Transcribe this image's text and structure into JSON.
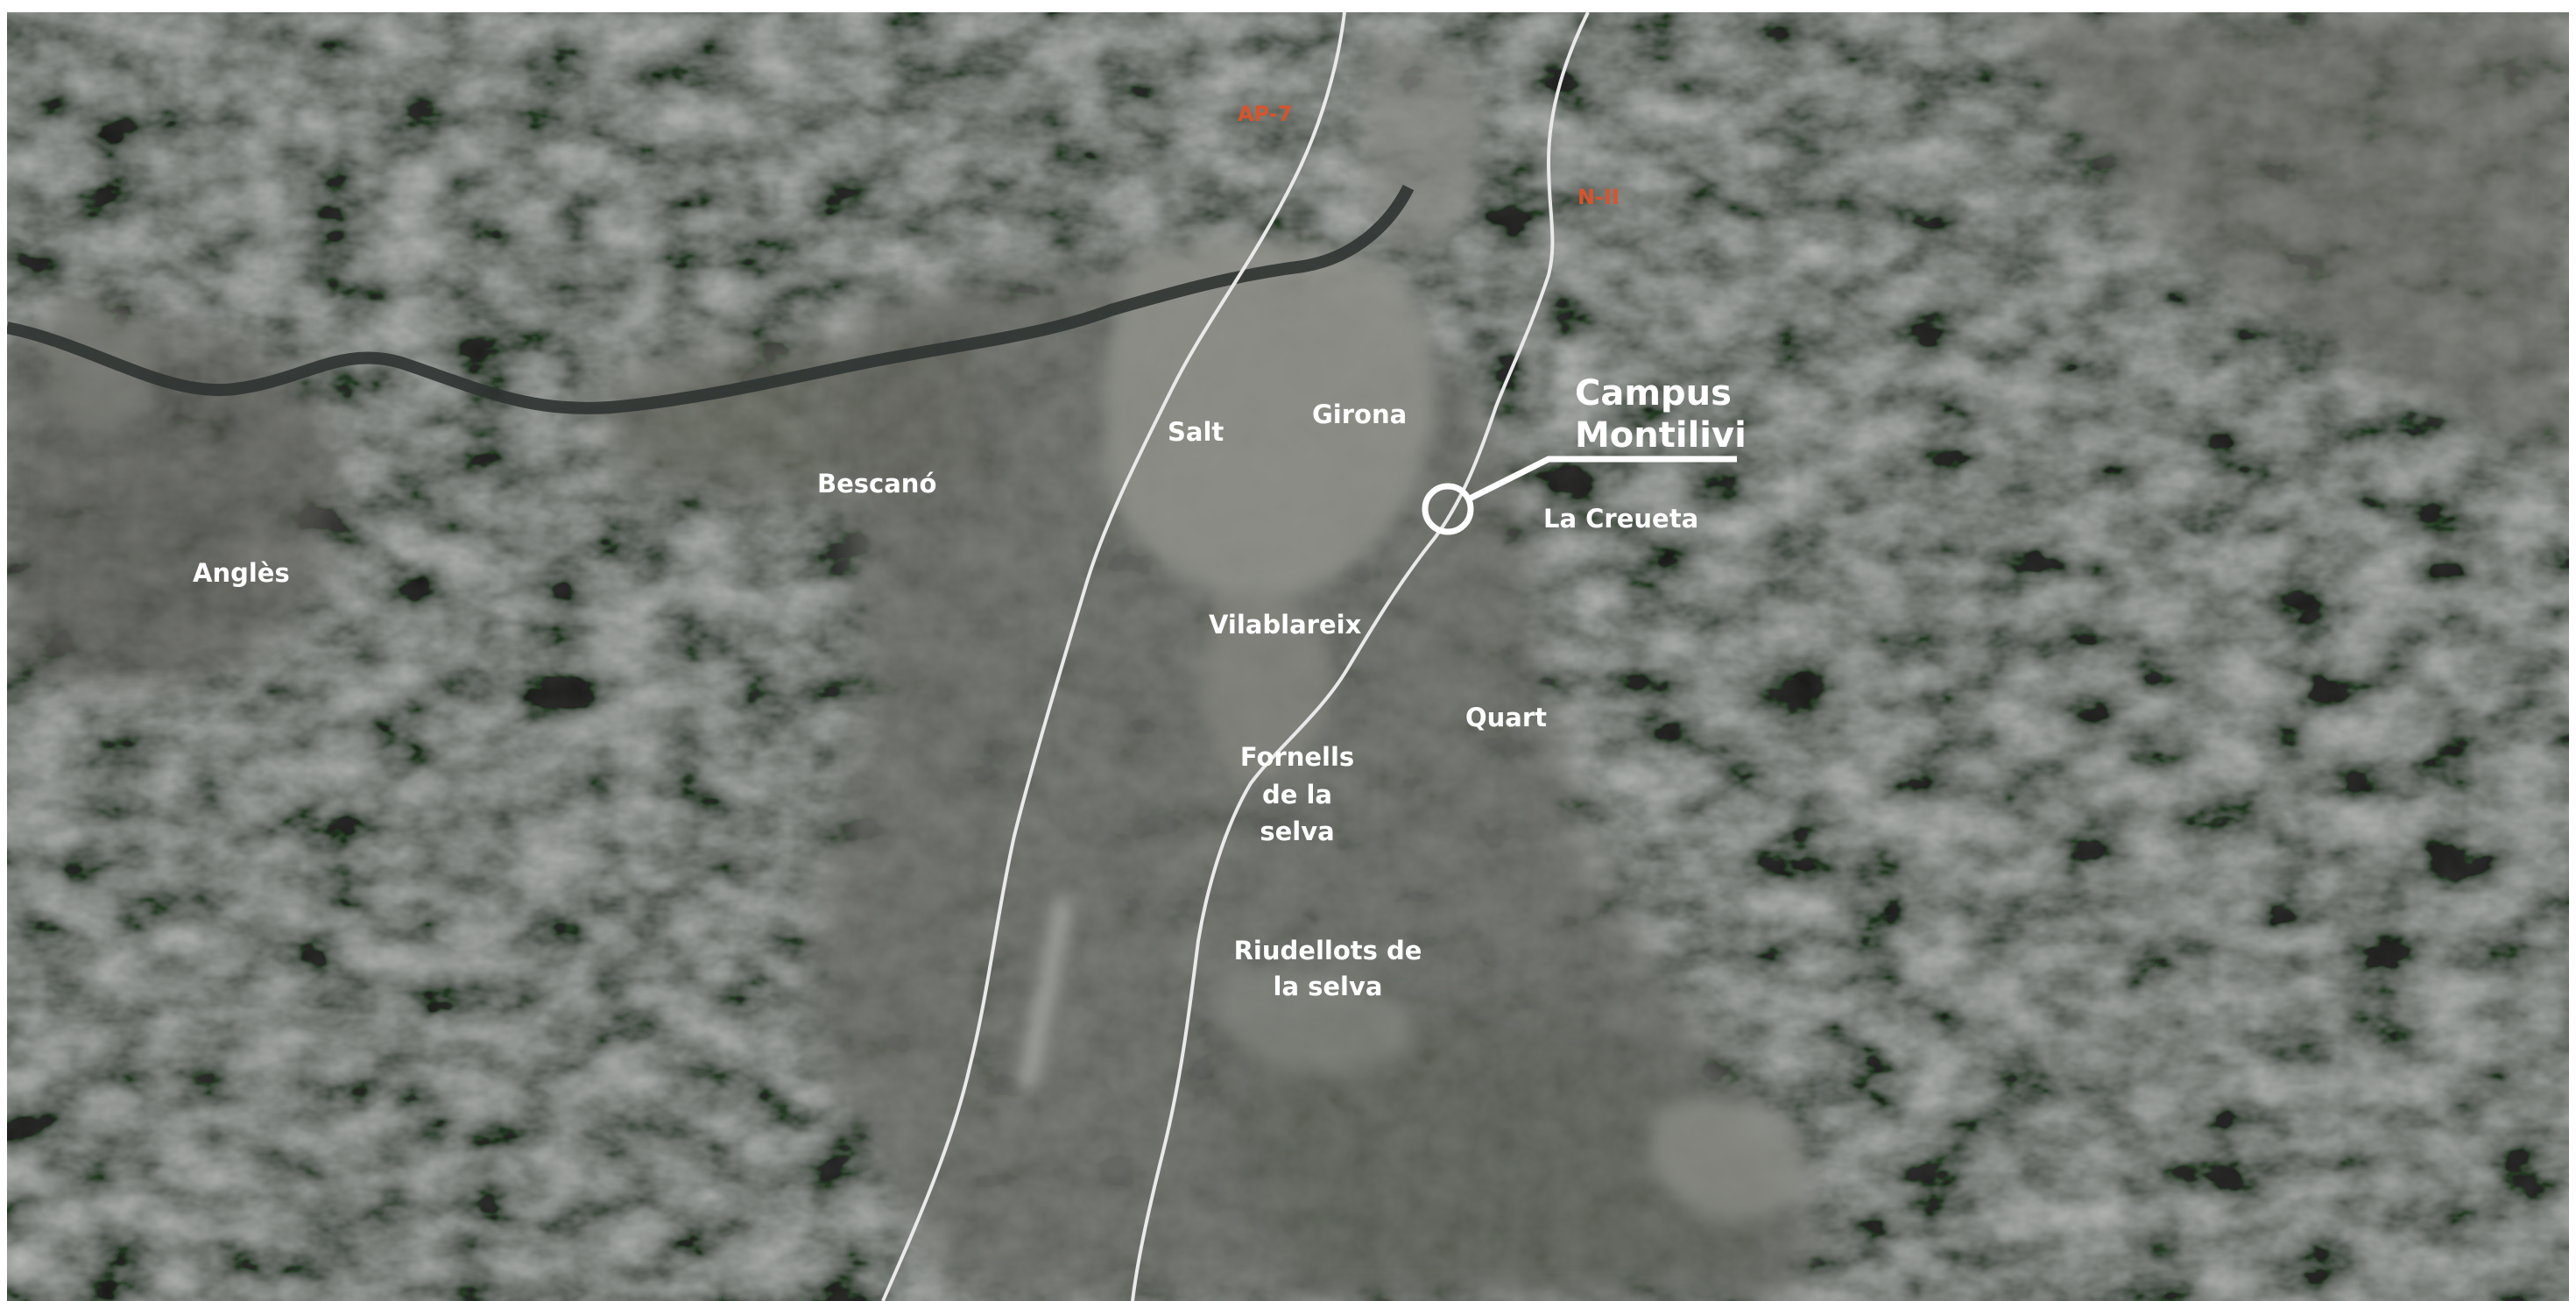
{
  "map": {
    "colors": {
      "forest": "#202421",
      "farmland": "#6b6c63",
      "urban": "#a9aaa4",
      "road": "#e9e9e9",
      "road_label": "#d9532b",
      "label": "#ffffff"
    },
    "roads": [
      {
        "id": "ap7",
        "label": "AP-7"
      },
      {
        "id": "n2",
        "label": "N-II"
      }
    ],
    "places": [
      {
        "id": "angles",
        "label": "Anglès"
      },
      {
        "id": "bescano",
        "label": "Bescanó"
      },
      {
        "id": "salt",
        "label": "Salt"
      },
      {
        "id": "girona",
        "label": "Girona"
      },
      {
        "id": "la-creueta",
        "label": "La Creueta"
      },
      {
        "id": "vilablareix",
        "label": "Vilablareix"
      },
      {
        "id": "quart",
        "label": "Quart"
      },
      {
        "id": "fornells",
        "lines": [
          "Fornells",
          "de la",
          "selva"
        ]
      },
      {
        "id": "riudellots",
        "lines": [
          "Riudellots de",
          "la selva"
        ]
      }
    ],
    "callout": {
      "lines": [
        "Campus",
        "Montilivi"
      ],
      "marker": "circle-marker"
    }
  }
}
